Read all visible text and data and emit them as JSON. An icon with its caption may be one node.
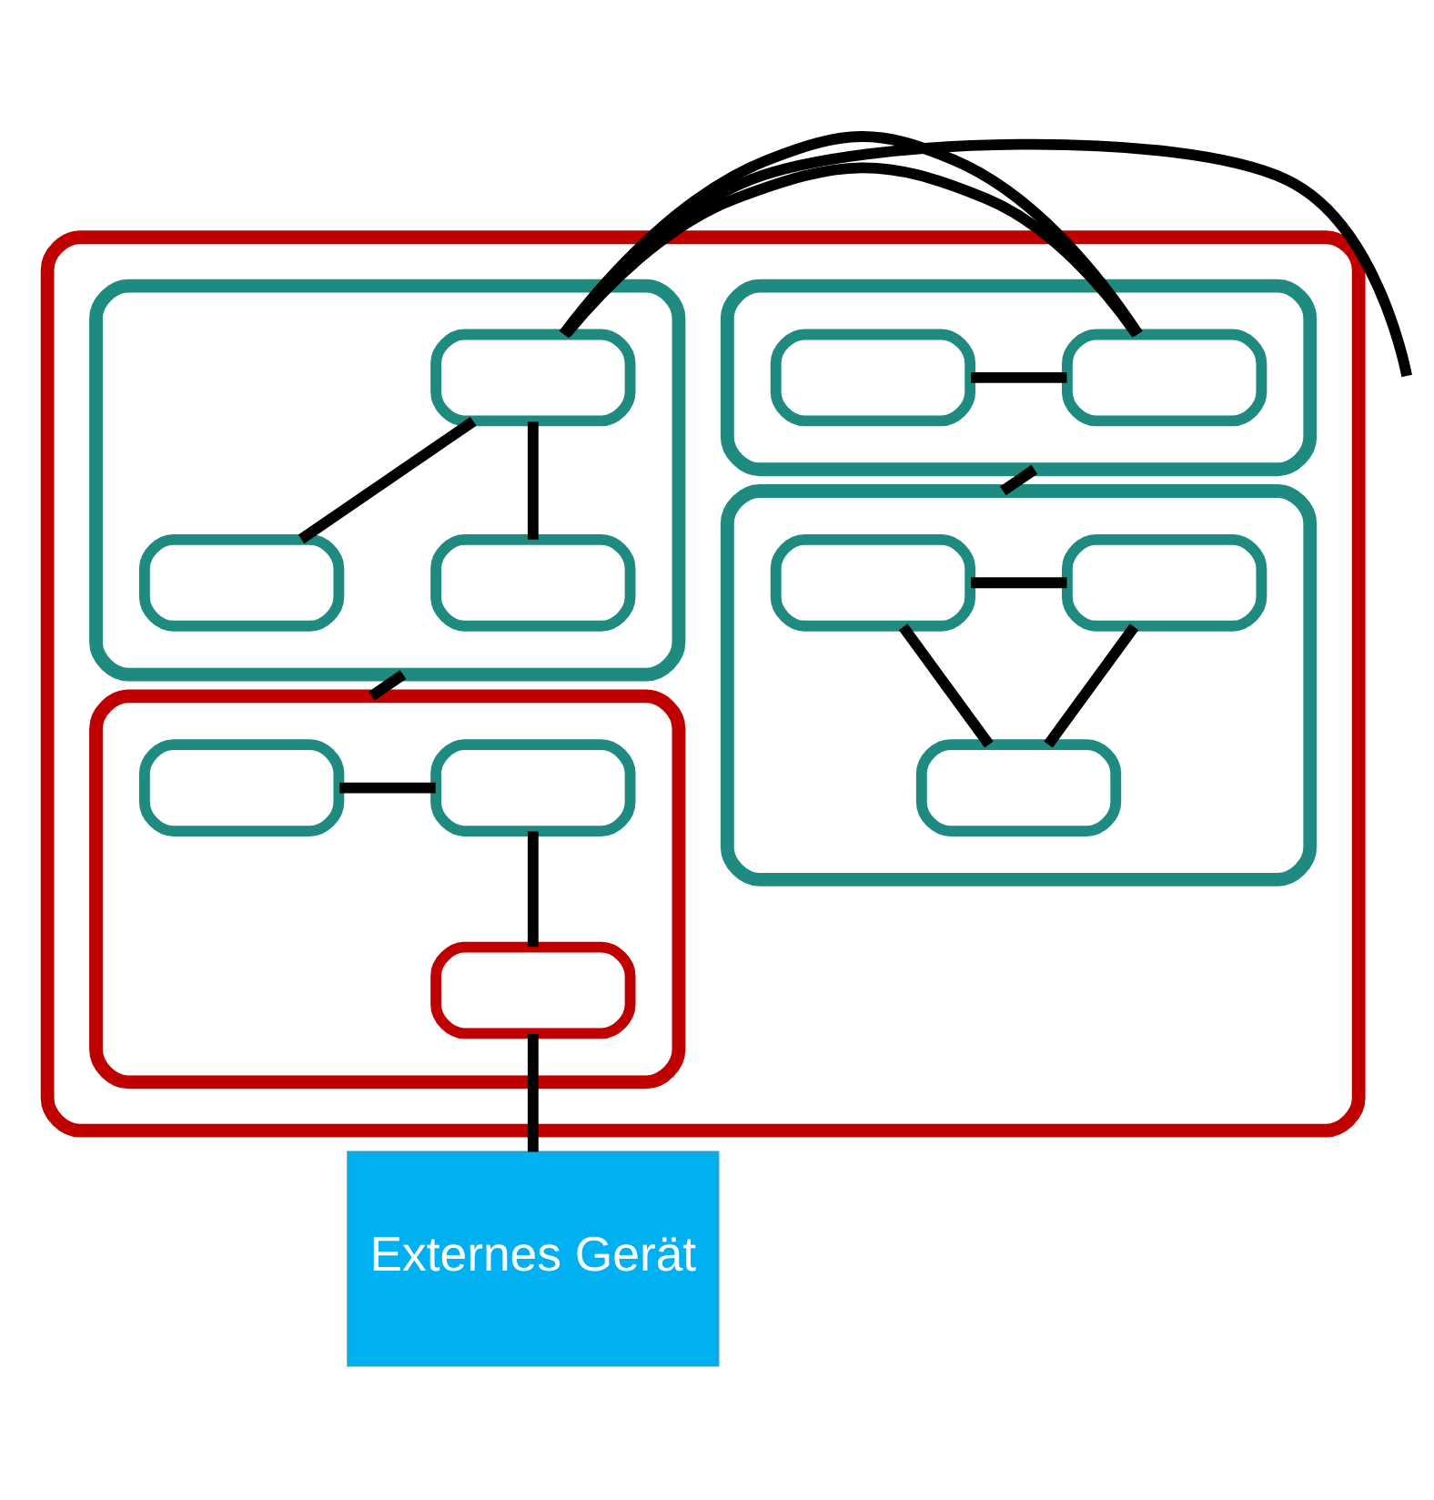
{
  "diagram": {
    "nodes": [
      {
        "text": [],
        "shape": "box"
      },
      {
        "text": [],
        "shape": "box",
        "in": 0
      },
      {
        "text": [],
        "shape": "box",
        "in": 1
      },
      {
        "text": [],
        "shape": "box",
        "in": 1
      },
      {
        "text": [],
        "shape": "box",
        "in": 0
      },
      {
        "text": [],
        "shape": "box",
        "in": 4
      },
      {
        "text": [],
        "shape": "box",
        "in": 4
      },
      {
        "text": [],
        "shape": "box",
        "in": 4
      },
      {
        "text": [],
        "shape": "box",
        "in": 0
      },
      {
        "text": [],
        "shape": "box",
        "in": 8
      },
      {
        "text": [],
        "shape": "box",
        "in": 8
      },
      {
        "text": [],
        "shape": "box",
        "in": 8
      },
      {
        "text": [],
        "shape": "box",
        "in": 0
      },
      {
        "text": [],
        "shape": "box",
        "in": 12
      },
      {
        "text": [],
        "shape": "box",
        "in": 12
      },
      {
        "text": [],
        "shape": "box",
        "in": 12
      },
      {
        "text": [
          "Externes Gerät"
        ]
      }
    ],
    "edges": [
      {
        "from": 2,
        "to": 3,
        "arrow": "none"
      },
      {
        "from": 1,
        "to": 4,
        "arrow": "none"
      },
      {
        "from": 5,
        "to": 6,
        "arrow": "none"
      },
      {
        "from": 5,
        "to": 7,
        "arrow": "none"
      },
      {
        "from": 5,
        "to": null,
        "arrow": "none"
      },
      {
        "from": 1,
        "to": 8,
        "arrow": "none"
      },
      {
        "from": 4,
        "to": 12,
        "arrow": "none"
      },
      {
        "from": 9,
        "to": 10,
        "arrow": "none"
      },
      {
        "from": 9,
        "to": 11,
        "arrow": "none"
      },
      {
        "from": 10,
        "to": 11,
        "arrow": "none"
      },
      {
        "from": 13,
        "to": 14,
        "arrow": "none"
      },
      {
        "from": 14,
        "to": 15,
        "arrow": "none"
      },
      {
        "from": 15,
        "to": 16,
        "arrow": "none"
      }
    ]
  }
}
